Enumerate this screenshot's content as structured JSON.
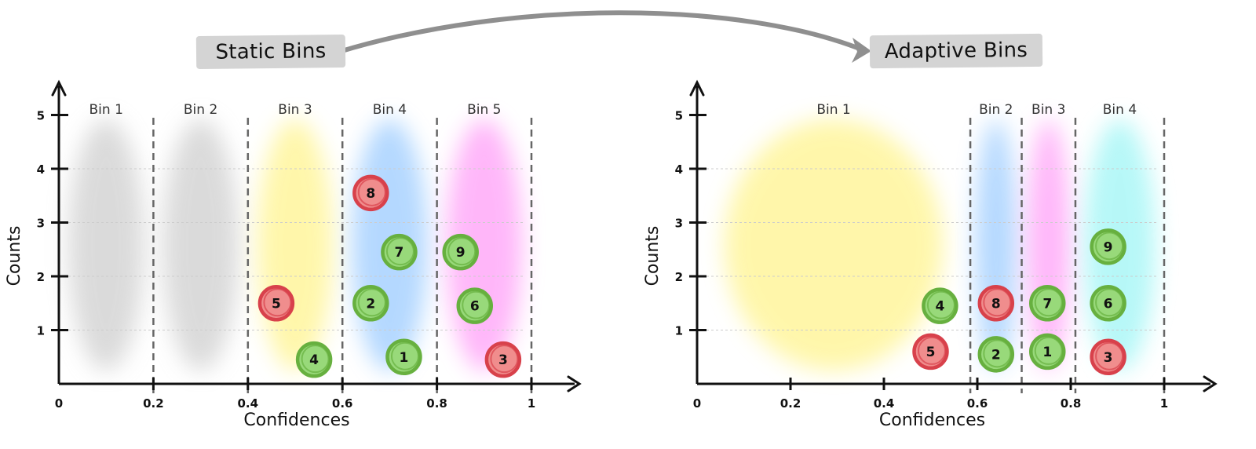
{
  "labels": {
    "static_title": "Static Bins",
    "adaptive_title": "Adaptive Bins"
  },
  "panels": [
    {
      "id": "static",
      "xlabel": "Confidences",
      "ylabel": "Counts",
      "x_ticks": [
        "0",
        "0.2",
        "0.4",
        "0.6",
        "0.8",
        "1"
      ],
      "x_tick_values": [
        0,
        0.2,
        0.4,
        0.6,
        0.8,
        1.0
      ],
      "y_ticks": [
        "1",
        "2",
        "3",
        "4",
        "5"
      ],
      "y_tick_values": [
        1,
        2,
        3,
        4,
        5
      ],
      "boundaries": [
        0.2,
        0.4,
        0.6,
        0.8,
        1.0
      ],
      "bins": [
        {
          "label": "Bin 1",
          "from": 0.0,
          "to": 0.2,
          "color": "#bdbdbd"
        },
        {
          "label": "Bin 2",
          "from": 0.2,
          "to": 0.4,
          "color": "#bdbdbd"
        },
        {
          "label": "Bin 3",
          "from": 0.4,
          "to": 0.6,
          "color": "#fff066"
        },
        {
          "label": "Bin 4",
          "from": 0.6,
          "to": 0.8,
          "color": "#78b9ff"
        },
        {
          "label": "Bin 5",
          "from": 0.8,
          "to": 1.0,
          "color": "#ff7cf5"
        }
      ],
      "points": [
        {
          "label": "5",
          "x": 0.46,
          "y": 1.5,
          "correct": false
        },
        {
          "label": "4",
          "x": 0.54,
          "y": 0.45,
          "correct": true
        },
        {
          "label": "8",
          "x": 0.66,
          "y": 3.55,
          "correct": false
        },
        {
          "label": "7",
          "x": 0.72,
          "y": 2.45,
          "correct": true
        },
        {
          "label": "2",
          "x": 0.66,
          "y": 1.5,
          "correct": true
        },
        {
          "label": "1",
          "x": 0.73,
          "y": 0.5,
          "correct": true
        },
        {
          "label": "9",
          "x": 0.85,
          "y": 2.45,
          "correct": true
        },
        {
          "label": "6",
          "x": 0.88,
          "y": 1.45,
          "correct": true
        },
        {
          "label": "3",
          "x": 0.94,
          "y": 0.45,
          "correct": false
        }
      ]
    },
    {
      "id": "adaptive",
      "xlabel": "Confidences",
      "ylabel": "Counts",
      "x_ticks": [
        "0",
        "0.2",
        "0.4",
        "0.6",
        "0.8",
        "1"
      ],
      "x_tick_values": [
        0,
        0.2,
        0.4,
        0.6,
        0.8,
        1.0
      ],
      "y_ticks": [
        "1",
        "2",
        "3",
        "4",
        "5"
      ],
      "y_tick_values": [
        1,
        2,
        3,
        4,
        5
      ],
      "boundaries": [
        0.585,
        0.695,
        0.81,
        1.0
      ],
      "bins": [
        {
          "label": "Bin 1",
          "from": 0.0,
          "to": 0.585,
          "color": "#fff066"
        },
        {
          "label": "Bin 2",
          "from": 0.585,
          "to": 0.695,
          "color": "#78b9ff"
        },
        {
          "label": "Bin 3",
          "from": 0.695,
          "to": 0.81,
          "color": "#ff7cf5"
        },
        {
          "label": "Bin 4",
          "from": 0.81,
          "to": 1.0,
          "color": "#7cf2f2"
        }
      ],
      "points": [
        {
          "label": "4",
          "x": 0.52,
          "y": 1.45,
          "correct": true
        },
        {
          "label": "5",
          "x": 0.5,
          "y": 0.6,
          "correct": false
        },
        {
          "label": "8",
          "x": 0.64,
          "y": 1.5,
          "correct": false
        },
        {
          "label": "2",
          "x": 0.64,
          "y": 0.55,
          "correct": true
        },
        {
          "label": "7",
          "x": 0.75,
          "y": 1.5,
          "correct": true
        },
        {
          "label": "1",
          "x": 0.75,
          "y": 0.6,
          "correct": true
        },
        {
          "label": "9",
          "x": 0.88,
          "y": 2.55,
          "correct": true
        },
        {
          "label": "6",
          "x": 0.88,
          "y": 1.5,
          "correct": true
        },
        {
          "label": "3",
          "x": 0.88,
          "y": 0.5,
          "correct": false
        }
      ]
    }
  ],
  "colors": {
    "correct_fill": "#98d97a",
    "correct_stroke": "#67b03f",
    "wrong_fill": "#f08d8d",
    "wrong_stroke": "#d8414b",
    "axis": "#111111",
    "divider": "#666666",
    "grid": "#cccccc",
    "arrow": "#8f8f8f"
  }
}
